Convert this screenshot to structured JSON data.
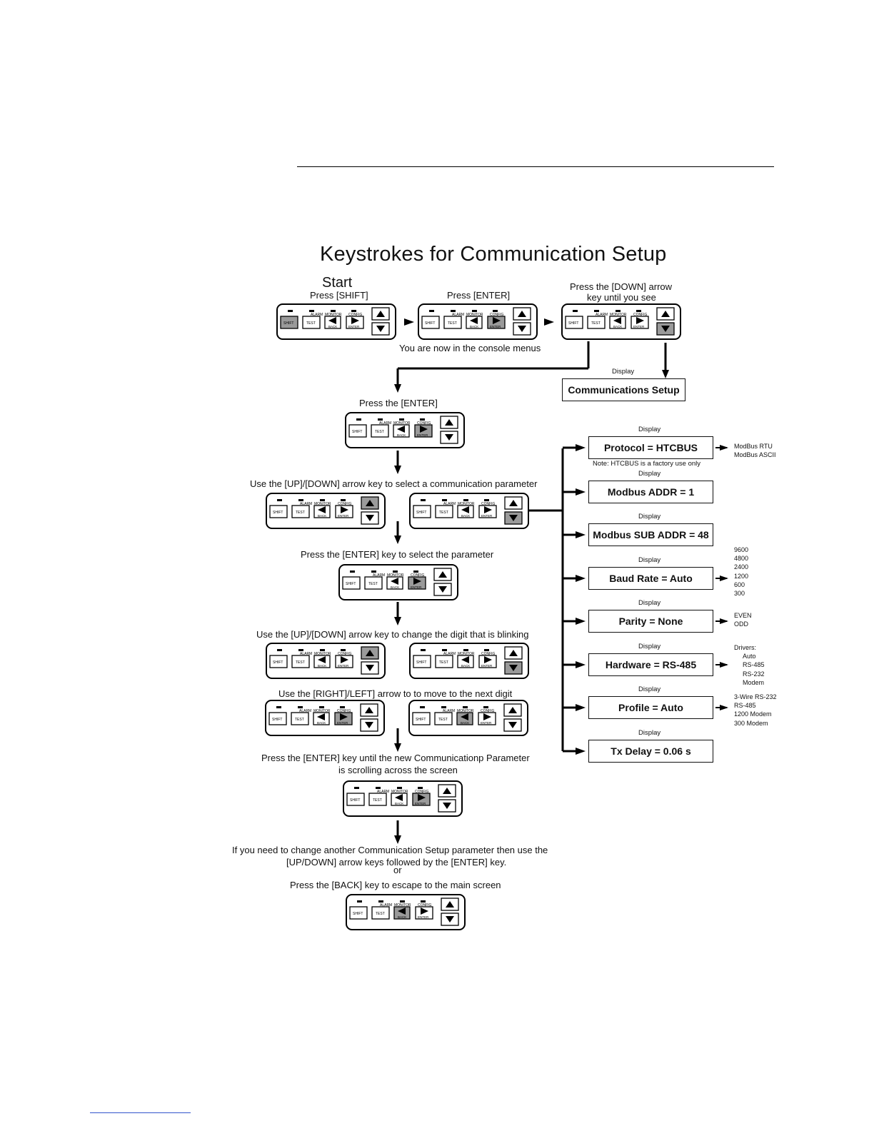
{
  "title": "Keystrokes for Communication Setup",
  "start": "Start",
  "steps": {
    "press_shift": "Press [SHIFT]",
    "press_enter": "Press [ENTER]",
    "press_down_1": "Press the [DOWN] arrow",
    "press_down_2": "key until you see",
    "console_note": "You are now in the console menus",
    "press_the_enter": "Press the [ENTER]",
    "select_param": "Use the [UP]/[DOWN] arrow key to select a communication parameter",
    "enter_select": "Press the [ENTER] key to select the parameter",
    "change_digit": "Use the [UP]/[DOWN] arrow key to change the digit that is blinking",
    "move_digit": "Use the [RIGHT]/LEFT] arrow to  to move to the next digit",
    "enter_until_1": "Press the [ENTER] key until the new Communicationp Parameter",
    "enter_until_2": "is scrolling across the screen",
    "if_change_1": "If you need to change another Communication Setup parameter then use the",
    "if_change_2": "[UP/DOWN] arrow keys followed by the [ENTER] key.",
    "or": "or",
    "press_back": "Press the [BACK] key to escape to the main screen"
  },
  "keypad_labels": {
    "shift": "SHIFT",
    "test": "TEST",
    "alarm": "ALARM",
    "monitor": "MONITOR",
    "config": "CONFIG",
    "back": "BACK",
    "enter": "ENTER"
  },
  "display_label": "Display",
  "comm_setup": "Communications Setup",
  "protocol_note": "Note: HTCBUS is a factory use only",
  "parameters": [
    {
      "text": "Protocol = HTCBUS",
      "options": [
        "ModBus RTU",
        "ModBus ASCII"
      ]
    },
    {
      "text": "Modbus ADDR = 1",
      "options": []
    },
    {
      "text": "Modbus SUB ADDR = 48",
      "options": []
    },
    {
      "text": "Baud Rate = Auto",
      "options": [
        "9600",
        "4800",
        "2400",
        "1200",
        "600",
        "300"
      ]
    },
    {
      "text": "Parity = None",
      "options": [
        "EVEN",
        "ODD"
      ]
    },
    {
      "text": "Hardware = RS-485",
      "options": [
        "Drivers:",
        "Auto",
        "RS-485",
        "RS-232",
        "Modem"
      ]
    },
    {
      "text": "Profile = Auto",
      "options": [
        "3-Wire RS-232",
        "RS-485",
        "1200 Modem",
        "300 Modem"
      ]
    },
    {
      "text": "Tx Delay = 0.06 s",
      "options": []
    }
  ]
}
